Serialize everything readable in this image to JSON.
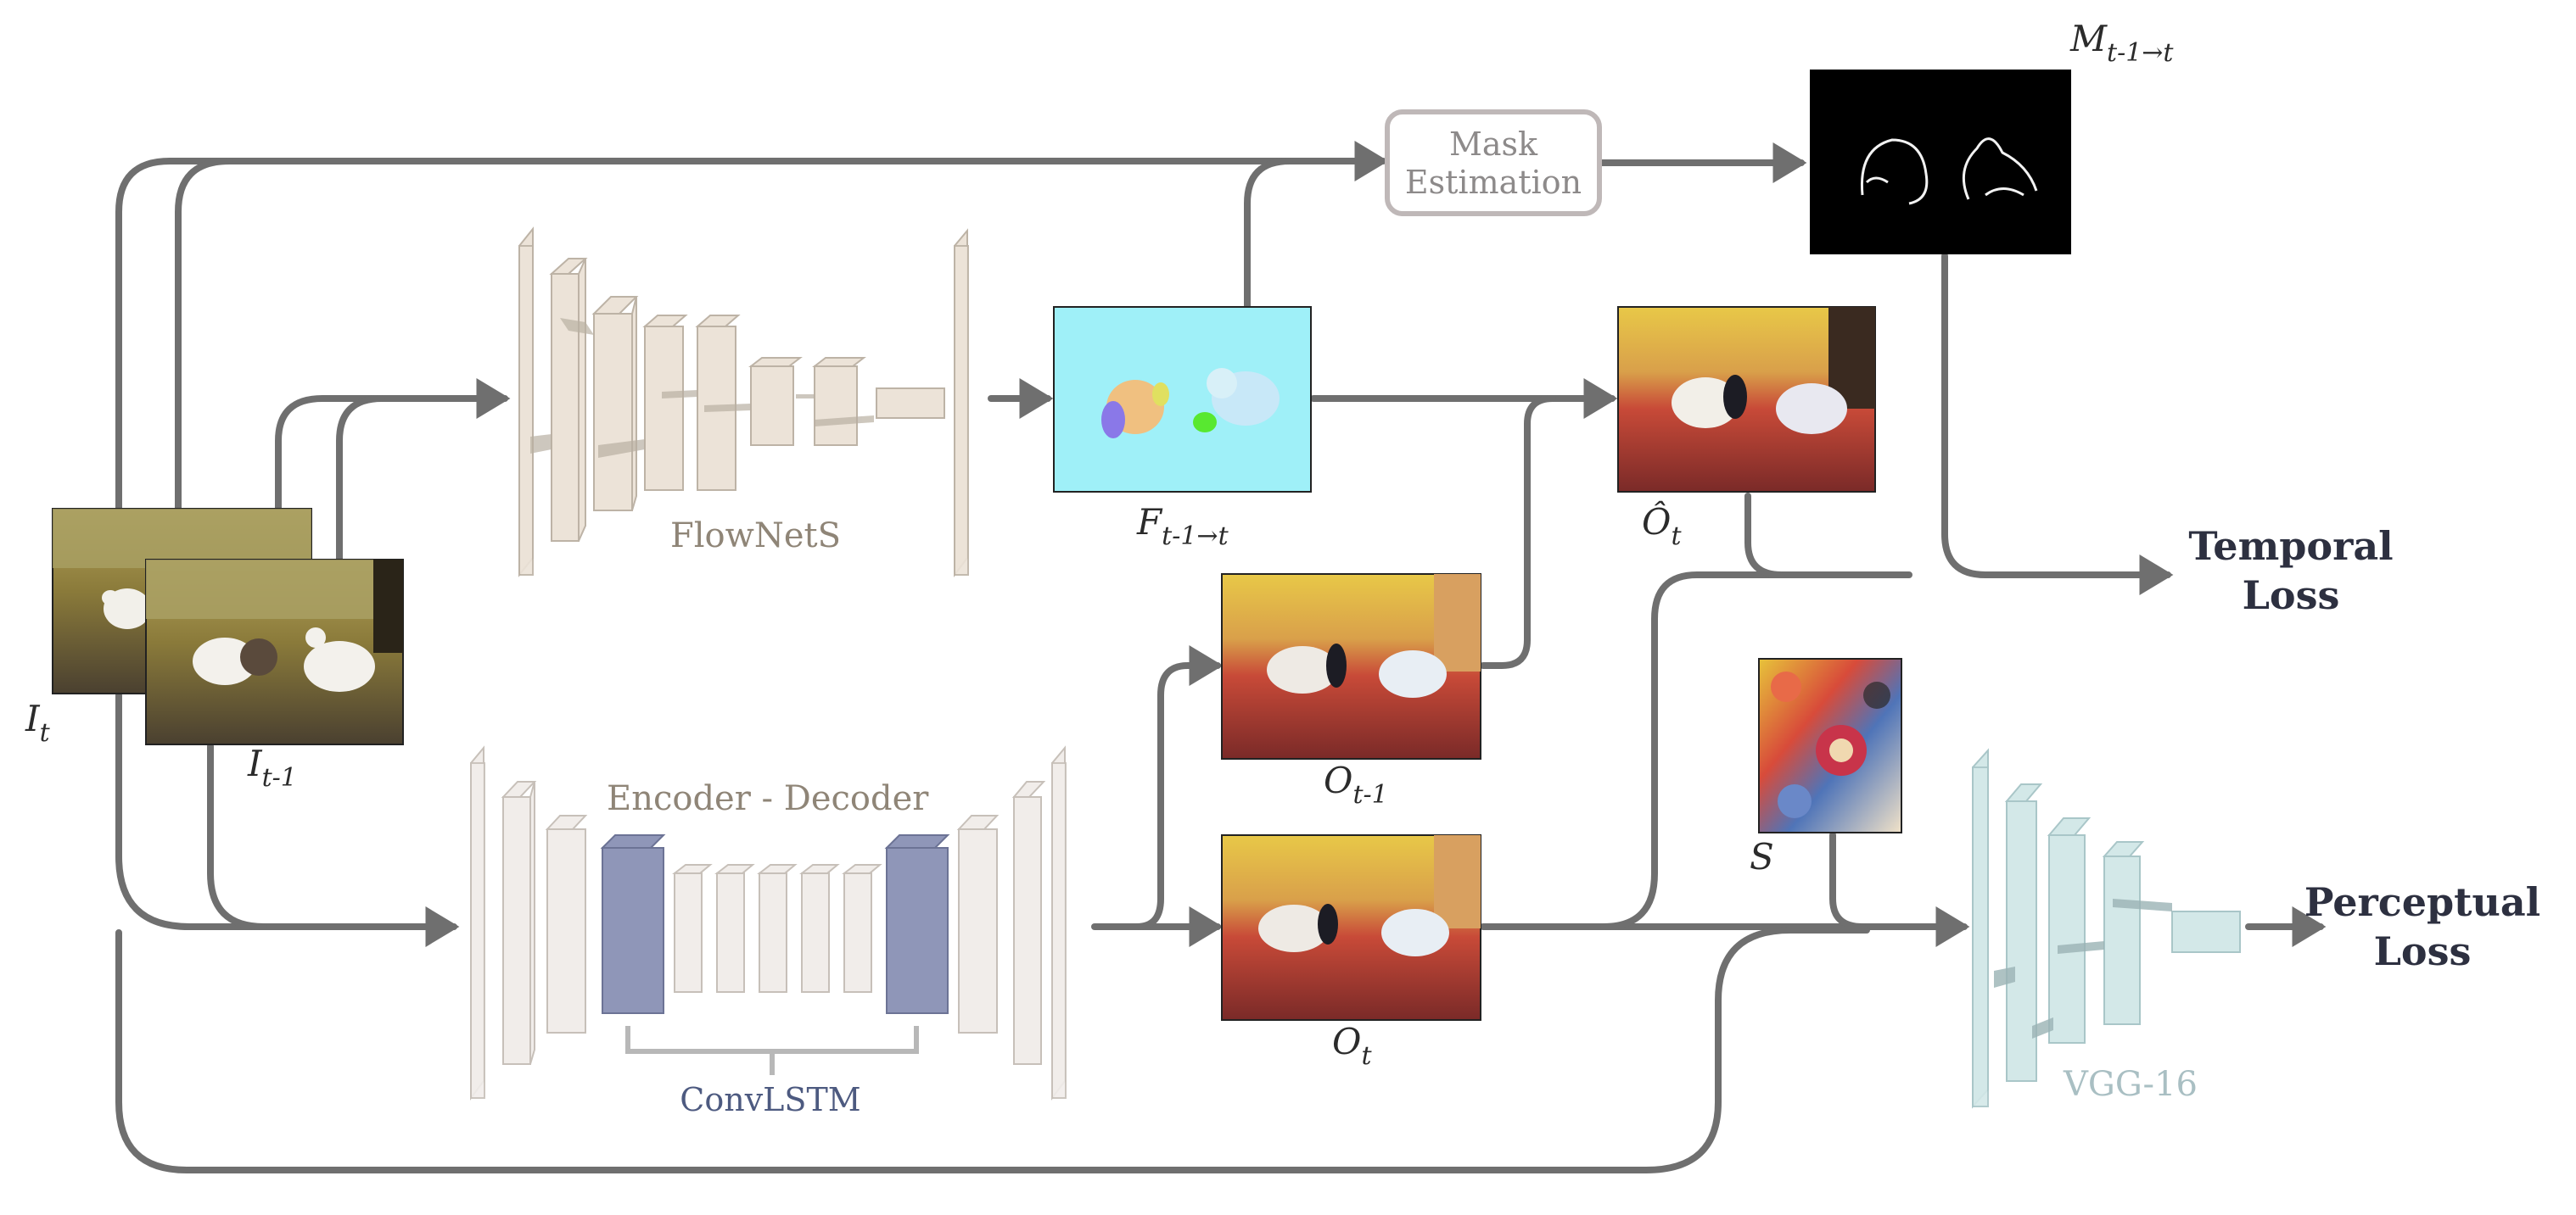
{
  "nodes": {
    "flownet": "FlowNetS",
    "encoder_decoder": "Encoder  -  Decoder",
    "convlstm": "ConvLSTM",
    "vgg": "VGG-16",
    "mask_estimation_line1": "Mask",
    "mask_estimation_line2": "Estimation"
  },
  "outputs": {
    "temporal_loss_line1": "Temporal",
    "temporal_loss_line2": "Loss",
    "perceptual_loss_line1": "Perceptual",
    "perceptual_loss_line2": "Loss"
  },
  "symbols": {
    "input_t": {
      "base": "I",
      "sub": "t"
    },
    "input_t_prev": {
      "base": "I",
      "sub": "t-1"
    },
    "flow": {
      "base": "F",
      "sub": "t-1→t"
    },
    "mask": {
      "base": "M",
      "sub": "t-1→t"
    },
    "warped": {
      "base": "Ô",
      "sub": "t"
    },
    "output_prev": {
      "base": "O",
      "sub": "t-1"
    },
    "output_t": {
      "base": "O",
      "sub": "t"
    },
    "style": {
      "base": "S",
      "sub": ""
    }
  },
  "colors": {
    "arrow": "#6f6f6f",
    "flownet_block": "#ece3d8",
    "encoder_block": "#f1edea",
    "convlstm_block": "#8f96b8",
    "vgg_block": "#d3e8e8",
    "flow_bg": "#9ff0f8",
    "mask_bg": "#000000"
  }
}
